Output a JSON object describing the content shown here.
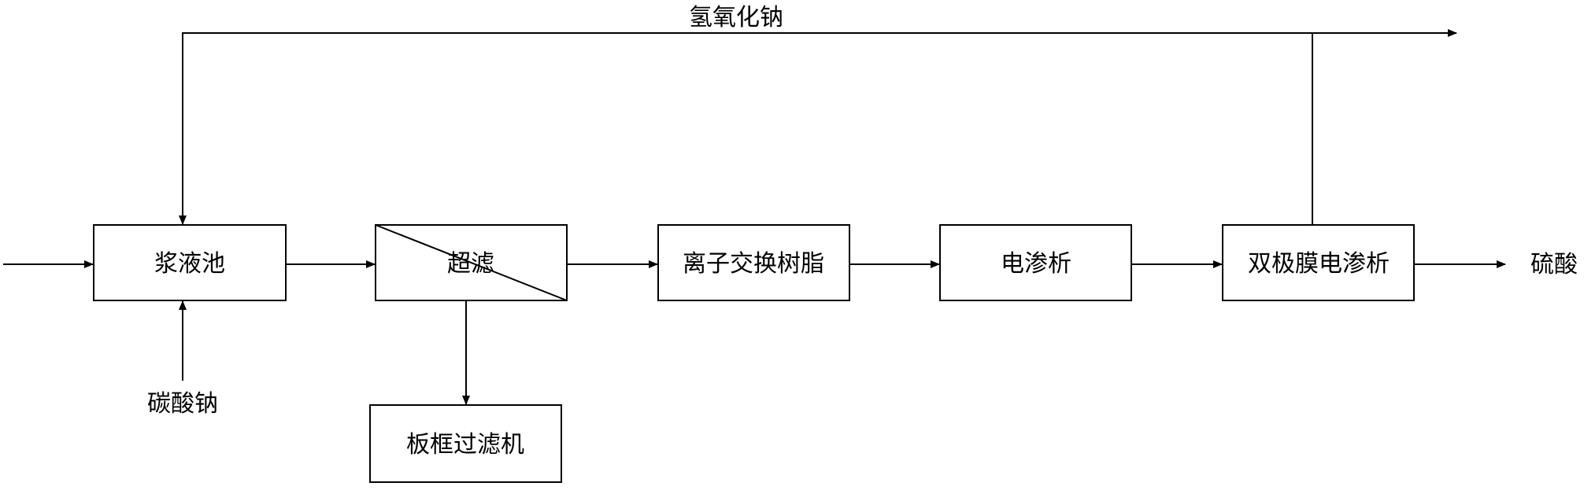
{
  "nodes": {
    "slurry_tank": "浆液池",
    "ultrafiltration": "超滤",
    "ion_exchange": "离子交换树脂",
    "electrodialysis": "电渗析",
    "bipolar_electrodialysis": "双极膜电渗析",
    "plate_frame_filter": "板框过滤机"
  },
  "labels": {
    "sodium_hydroxide": "氢氧化钠",
    "sodium_carbonate": "碳酸钠",
    "sulfuric_acid": "硫酸"
  },
  "colors": {
    "stroke": "#000000",
    "background": "#ffffff"
  }
}
